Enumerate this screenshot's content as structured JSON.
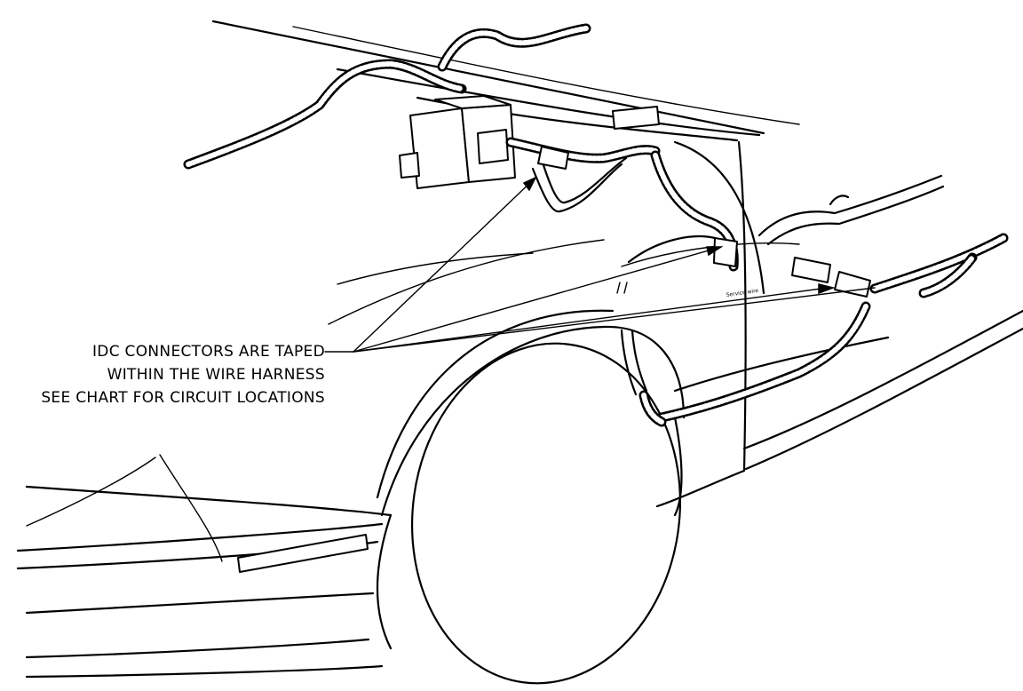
{
  "callout": {
    "lines": [
      "IDC CONNECTORS ARE TAPED",
      "WITHIN THE WIRE HARNESS",
      "SEE CHART FOR CIRCUIT LOCATIONS"
    ]
  },
  "icons": [
    "wire-harness",
    "relay-block",
    "idc-connector",
    "leader-arrow",
    "wheel",
    "fender"
  ]
}
